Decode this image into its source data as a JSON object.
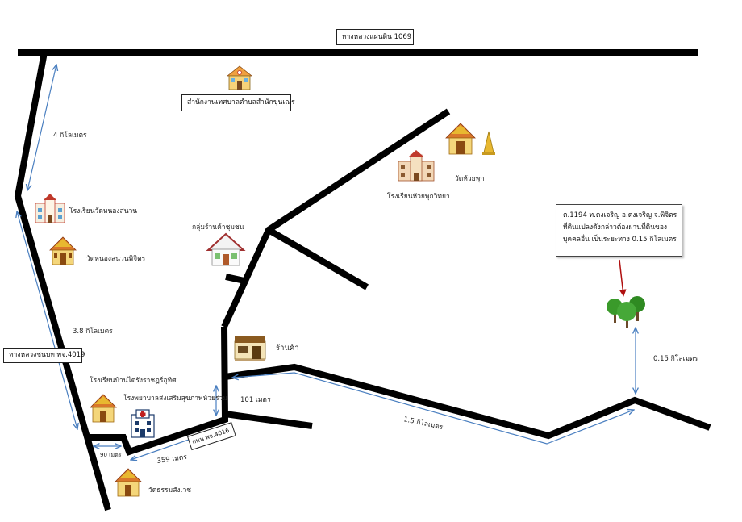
{
  "roads": {
    "highway_1069": "ทางหลวงแผ่นดิน 1069",
    "rural_road_4019": "ทางหลวงชนบท พจ.4019",
    "road_4016": "ถนน พจ.4016"
  },
  "places": {
    "municipal_office": "สำนักงานเทศบาลตำบลสำนักขุนเณร",
    "school_wat_nong_sanuan": "โรงเรียนวัดหนองสนวน",
    "wat_nong_sanuan": "วัดหนองสนวนพิจิตร",
    "shop_group": "กลุ่มร้านค้าชุมชน",
    "school_huai_phuk": "โรงเรียนห้วยพุกวิทยา",
    "wat_huai_phuk": "วัดห้วยพุก",
    "shop": "ร้านค้า",
    "school_ban_kai_chon": "โรงเรียนบ้านไดรังราชฎร์อุทิศ",
    "health_hospital": "โรงพยาบาลส่งเสริมสุขภาพห้วยร่วม",
    "wat_thammasangwet": "วัดธรรมสังเวช"
  },
  "distances": {
    "d_4km": "4 กิโลเมตร",
    "d_3_8km": "3.8 กิโลเมตร",
    "d_101m": "101 เมตร",
    "d_359m": "359 เมตร",
    "d_90m": "90 เมตร",
    "d_1_5km": "1.5 กิโลเมตร",
    "d_0_15km": "0.15 กิโลเมตร"
  },
  "land_note": {
    "line1": "ต.1194 ท.ดงเจริญ อ.ดงเจริญ จ.พิจิตร",
    "line2": "ที่ดินแปลงดังกล่าวต้องผ่านที่ดินของ",
    "line3": "บุคคลอื่น เป็นระยะทาง  0.15 กิโลเมตร"
  },
  "colors": {
    "road": "#000000",
    "distance_line": "#4a7fc0",
    "pointer_arrow": "#b01010",
    "temple_roof": "#d9772b",
    "temple_gold": "#e8b830",
    "school_red": "#c0392b",
    "tree_green": "#3a9a2a"
  },
  "icons": [
    "temple-icon",
    "school-icon",
    "house-icon",
    "shop-icon",
    "hospital-icon",
    "stupa-icon",
    "tree-icon",
    "municipal-office-icon"
  ]
}
